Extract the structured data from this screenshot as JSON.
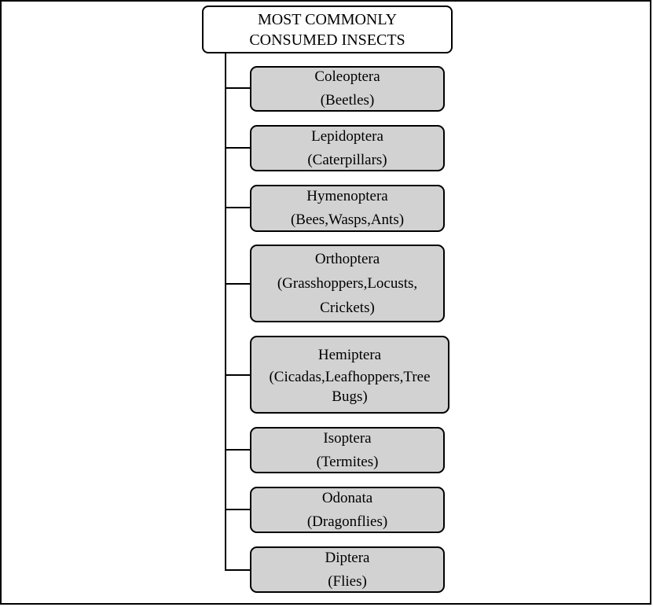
{
  "diagram": {
    "root": {
      "label": "MOST COMMONLY\nCONSUMED INSECTS"
    },
    "children": [
      {
        "name": "Coleoptera",
        "common": "(Beetles)"
      },
      {
        "name": "Lepidoptera",
        "common": "(Caterpillars)"
      },
      {
        "name": "Hymenoptera",
        "common": "(Bees,Wasps,Ants)"
      },
      {
        "name": "Orthoptera",
        "common": "(Grasshoppers,Locusts,\nCrickets)"
      },
      {
        "name": "Hemiptera",
        "common": "(Cicadas,Leafhoppers,Tree\nBugs)"
      },
      {
        "name": "Isoptera",
        "common": "(Termites)"
      },
      {
        "name": "Odonata",
        "common": "(Dragonflies)"
      },
      {
        "name": "Diptera",
        "common": "(Flies)"
      }
    ],
    "colors": {
      "node_fill": "#d2d2d2",
      "node_border": "#000000",
      "root_fill": "#ffffff",
      "connector": "#000000",
      "page_border": "#000000",
      "text": "#000000"
    }
  }
}
